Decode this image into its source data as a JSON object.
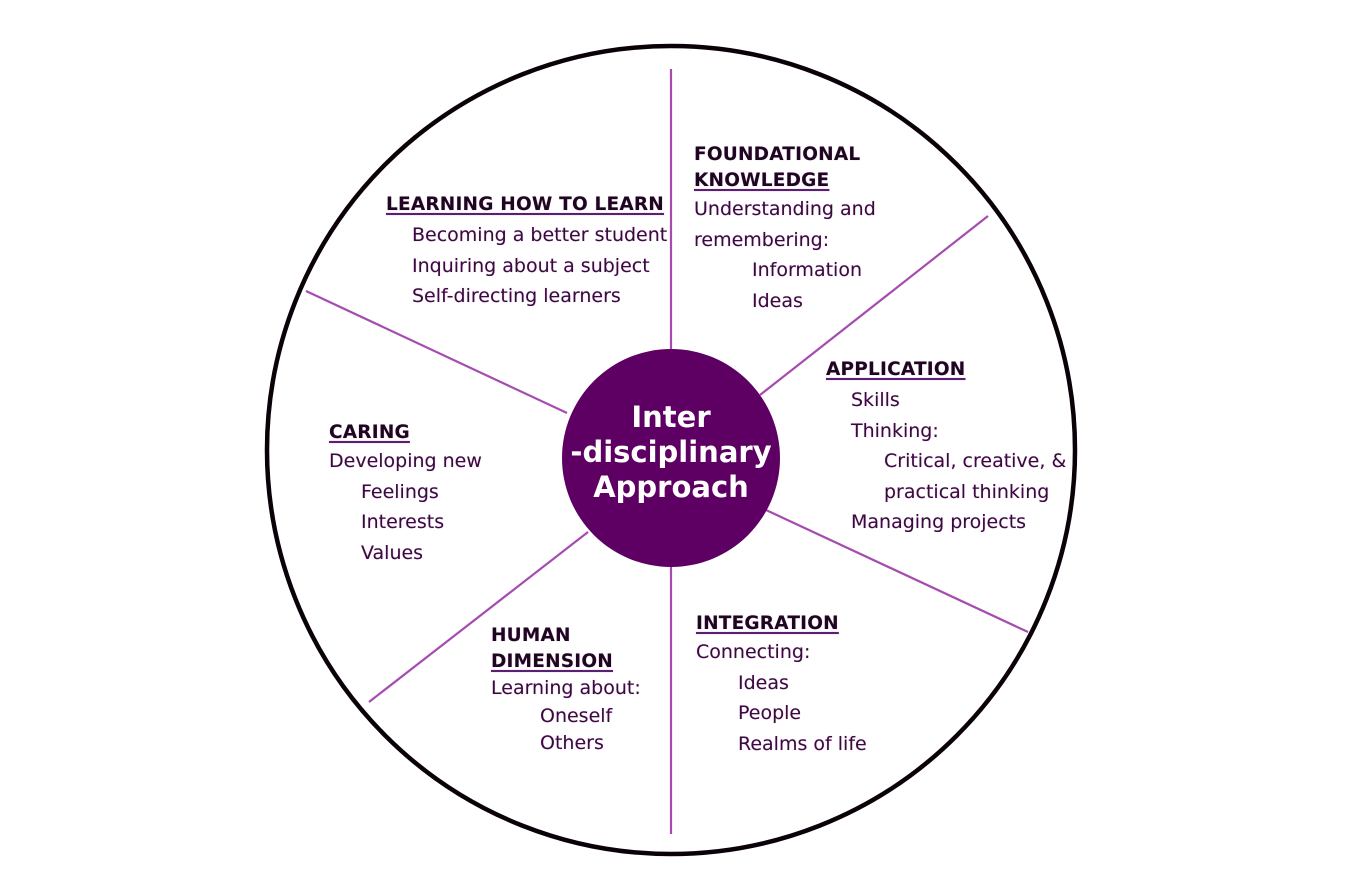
{
  "colors": {
    "outer_ring": "#0a0208",
    "divider": "#a64cb0",
    "hub": "#5e0063",
    "hub_text": "#ffffff",
    "text": "#3a0a3e",
    "heading": "#1e0520"
  },
  "hub": {
    "lines": [
      "Inter",
      "-disciplinary",
      "Approach"
    ]
  },
  "segments": [
    {
      "id": "learning-how-to-learn",
      "heading": [
        "LEARNING HOW TO LEARN"
      ],
      "items": [
        "Becoming a better student",
        "Inquiring about a subject",
        "Self-directing learners"
      ]
    },
    {
      "id": "foundational-knowledge",
      "heading": [
        "FOUNDATIONAL",
        "KNOWLEDGE"
      ],
      "intro": [
        "Understanding and",
        "remembering:"
      ],
      "items": [
        "Information",
        "Ideas"
      ]
    },
    {
      "id": "application",
      "heading": [
        "APPLICATION"
      ],
      "items": [
        "Skills",
        "Thinking:"
      ],
      "subitems": [
        "Critical, creative, &",
        "practical thinking"
      ],
      "last_item": "Managing projects"
    },
    {
      "id": "integration",
      "heading": [
        "INTEGRATION"
      ],
      "intro": [
        "Connecting:"
      ],
      "items": [
        "Ideas",
        "People",
        "Realms of life"
      ]
    },
    {
      "id": "human-dimension",
      "heading": [
        "HUMAN",
        "DIMENSION"
      ],
      "intro": [
        "Learning about:"
      ],
      "items": [
        "Oneself",
        "Others"
      ]
    },
    {
      "id": "caring",
      "heading": [
        "CARING"
      ],
      "intro": [
        "Developing new"
      ],
      "items": [
        "Feelings",
        "Interests",
        "Values"
      ]
    }
  ]
}
